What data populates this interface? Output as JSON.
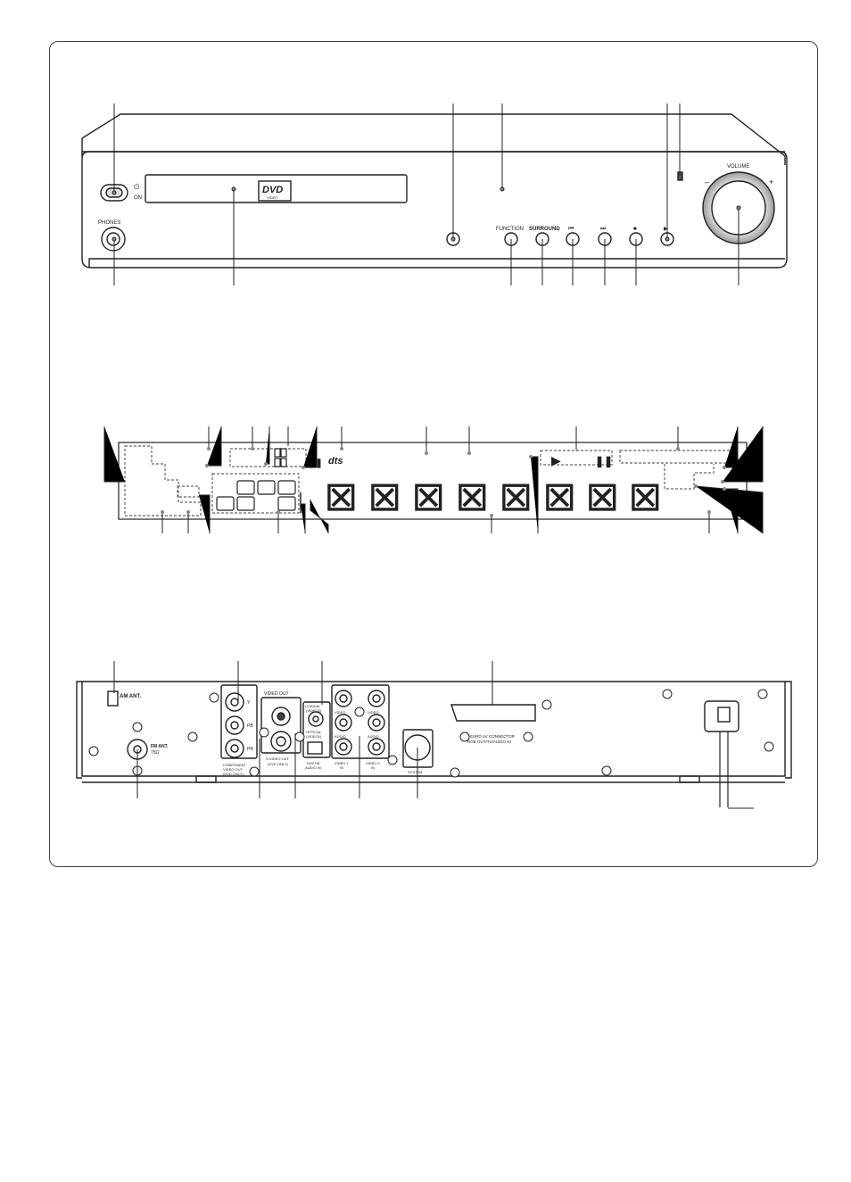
{
  "front_panel": {
    "power_label_top": "⏻",
    "power_label_bottom": "ON",
    "phones_label": "PHONES",
    "dvd_logo": "DVD",
    "dvd_logo_sub": "VIDEO",
    "function_label": "FUNCTION",
    "surround_label": "SURROUND",
    "prev_symbol": "⏮",
    "next_symbol": "⏭",
    "stop_symbol": "■",
    "play_symbol": "▶",
    "volume_label": "VOLUME",
    "volume_minus": "–",
    "volume_plus": "+"
  },
  "display_panel": {
    "dts_logo": "dts",
    "play_symbol": "▶",
    "pause_symbol": "❚❚",
    "pause_small": "❚❚",
    "segment_glyph": "⊠",
    "digit_count_note": ""
  },
  "rear_panel": {
    "am_ant_label": "AM ANT.",
    "fm_ant_label": "FM ANT.",
    "fm_ant_sub": "75Ω",
    "y_label": "Y",
    "pb_label": "PB",
    "pr_label": "PR",
    "component_label_1": "COMPONENT",
    "component_label_2": "VIDEO OUT",
    "component_label_3": "(DVD ONLY)",
    "video_out_label": "VIDEO OUT",
    "svideo_out_label": "S-VIDEO OUT",
    "svideo_out_sub": "(DVD ONLY)",
    "coaxial_label_1": "COAXIAL",
    "coaxial_label_2": "(VIDEO2)",
    "optical_label_1": "OPTICAL",
    "optical_label_2": "(VIDEO1)",
    "digital_audio_label_1": "DIGITAL",
    "digital_audio_label_2": "AUDIO IN",
    "video_label": "VIDEO",
    "audio_label": "AUDIO",
    "video1_in_label_1": "VIDEO 1",
    "video1_in_label_2": "IN",
    "video2_in_label_1": "VIDEO 2",
    "video2_in_label_2": "IN",
    "system_label": "SYSTEM",
    "euro_av_label_1": "EURO AV CONNECTOR",
    "euro_av_label_2": "RGB OUT/TV/AUDIO IN"
  }
}
